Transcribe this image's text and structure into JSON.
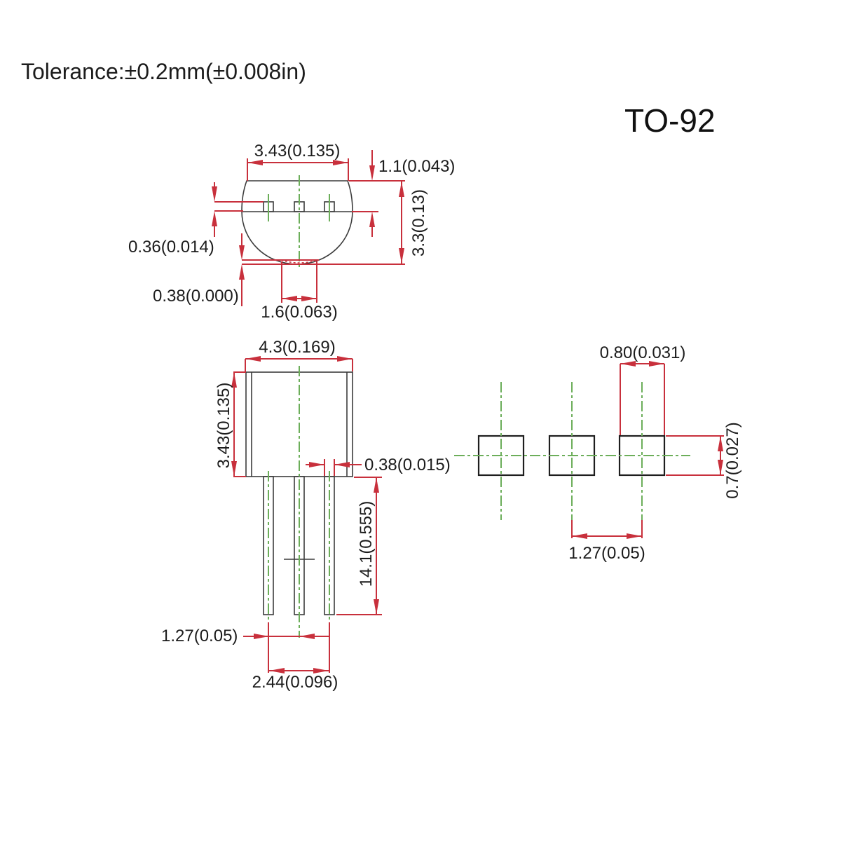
{
  "title": "Tolerance:±0.2mm(±0.008in)",
  "package": "TO-92",
  "colors": {
    "dimension_red": "#c8303c",
    "centerline_green": "#6cae5a",
    "outline_dark": "#3c3c3c",
    "text_black": "#1c1c1c",
    "background": "#ffffff"
  },
  "top_view": {
    "body_width": "3.43(0.135)",
    "lead_face_offset": "1.1(0.043)",
    "body_depth": "3.3(0.13)",
    "lead_thickness": "0.36(0.014)",
    "flat_offset": "0.38(0.000)",
    "flat_width": "1.6(0.063)"
  },
  "front_view": {
    "body_width": "4.3(0.169)",
    "body_height": "3.43(0.135)",
    "lead_width": "0.38(0.015)",
    "lead_length": "14.1(0.555)",
    "lead_pitch": "1.27(0.05)",
    "lead_span": "2.44(0.096)"
  },
  "section_view": {
    "lead_width": "0.80(0.031)",
    "lead_thickness": "0.7(0.027)",
    "lead_pitch": "1.27(0.05)"
  }
}
